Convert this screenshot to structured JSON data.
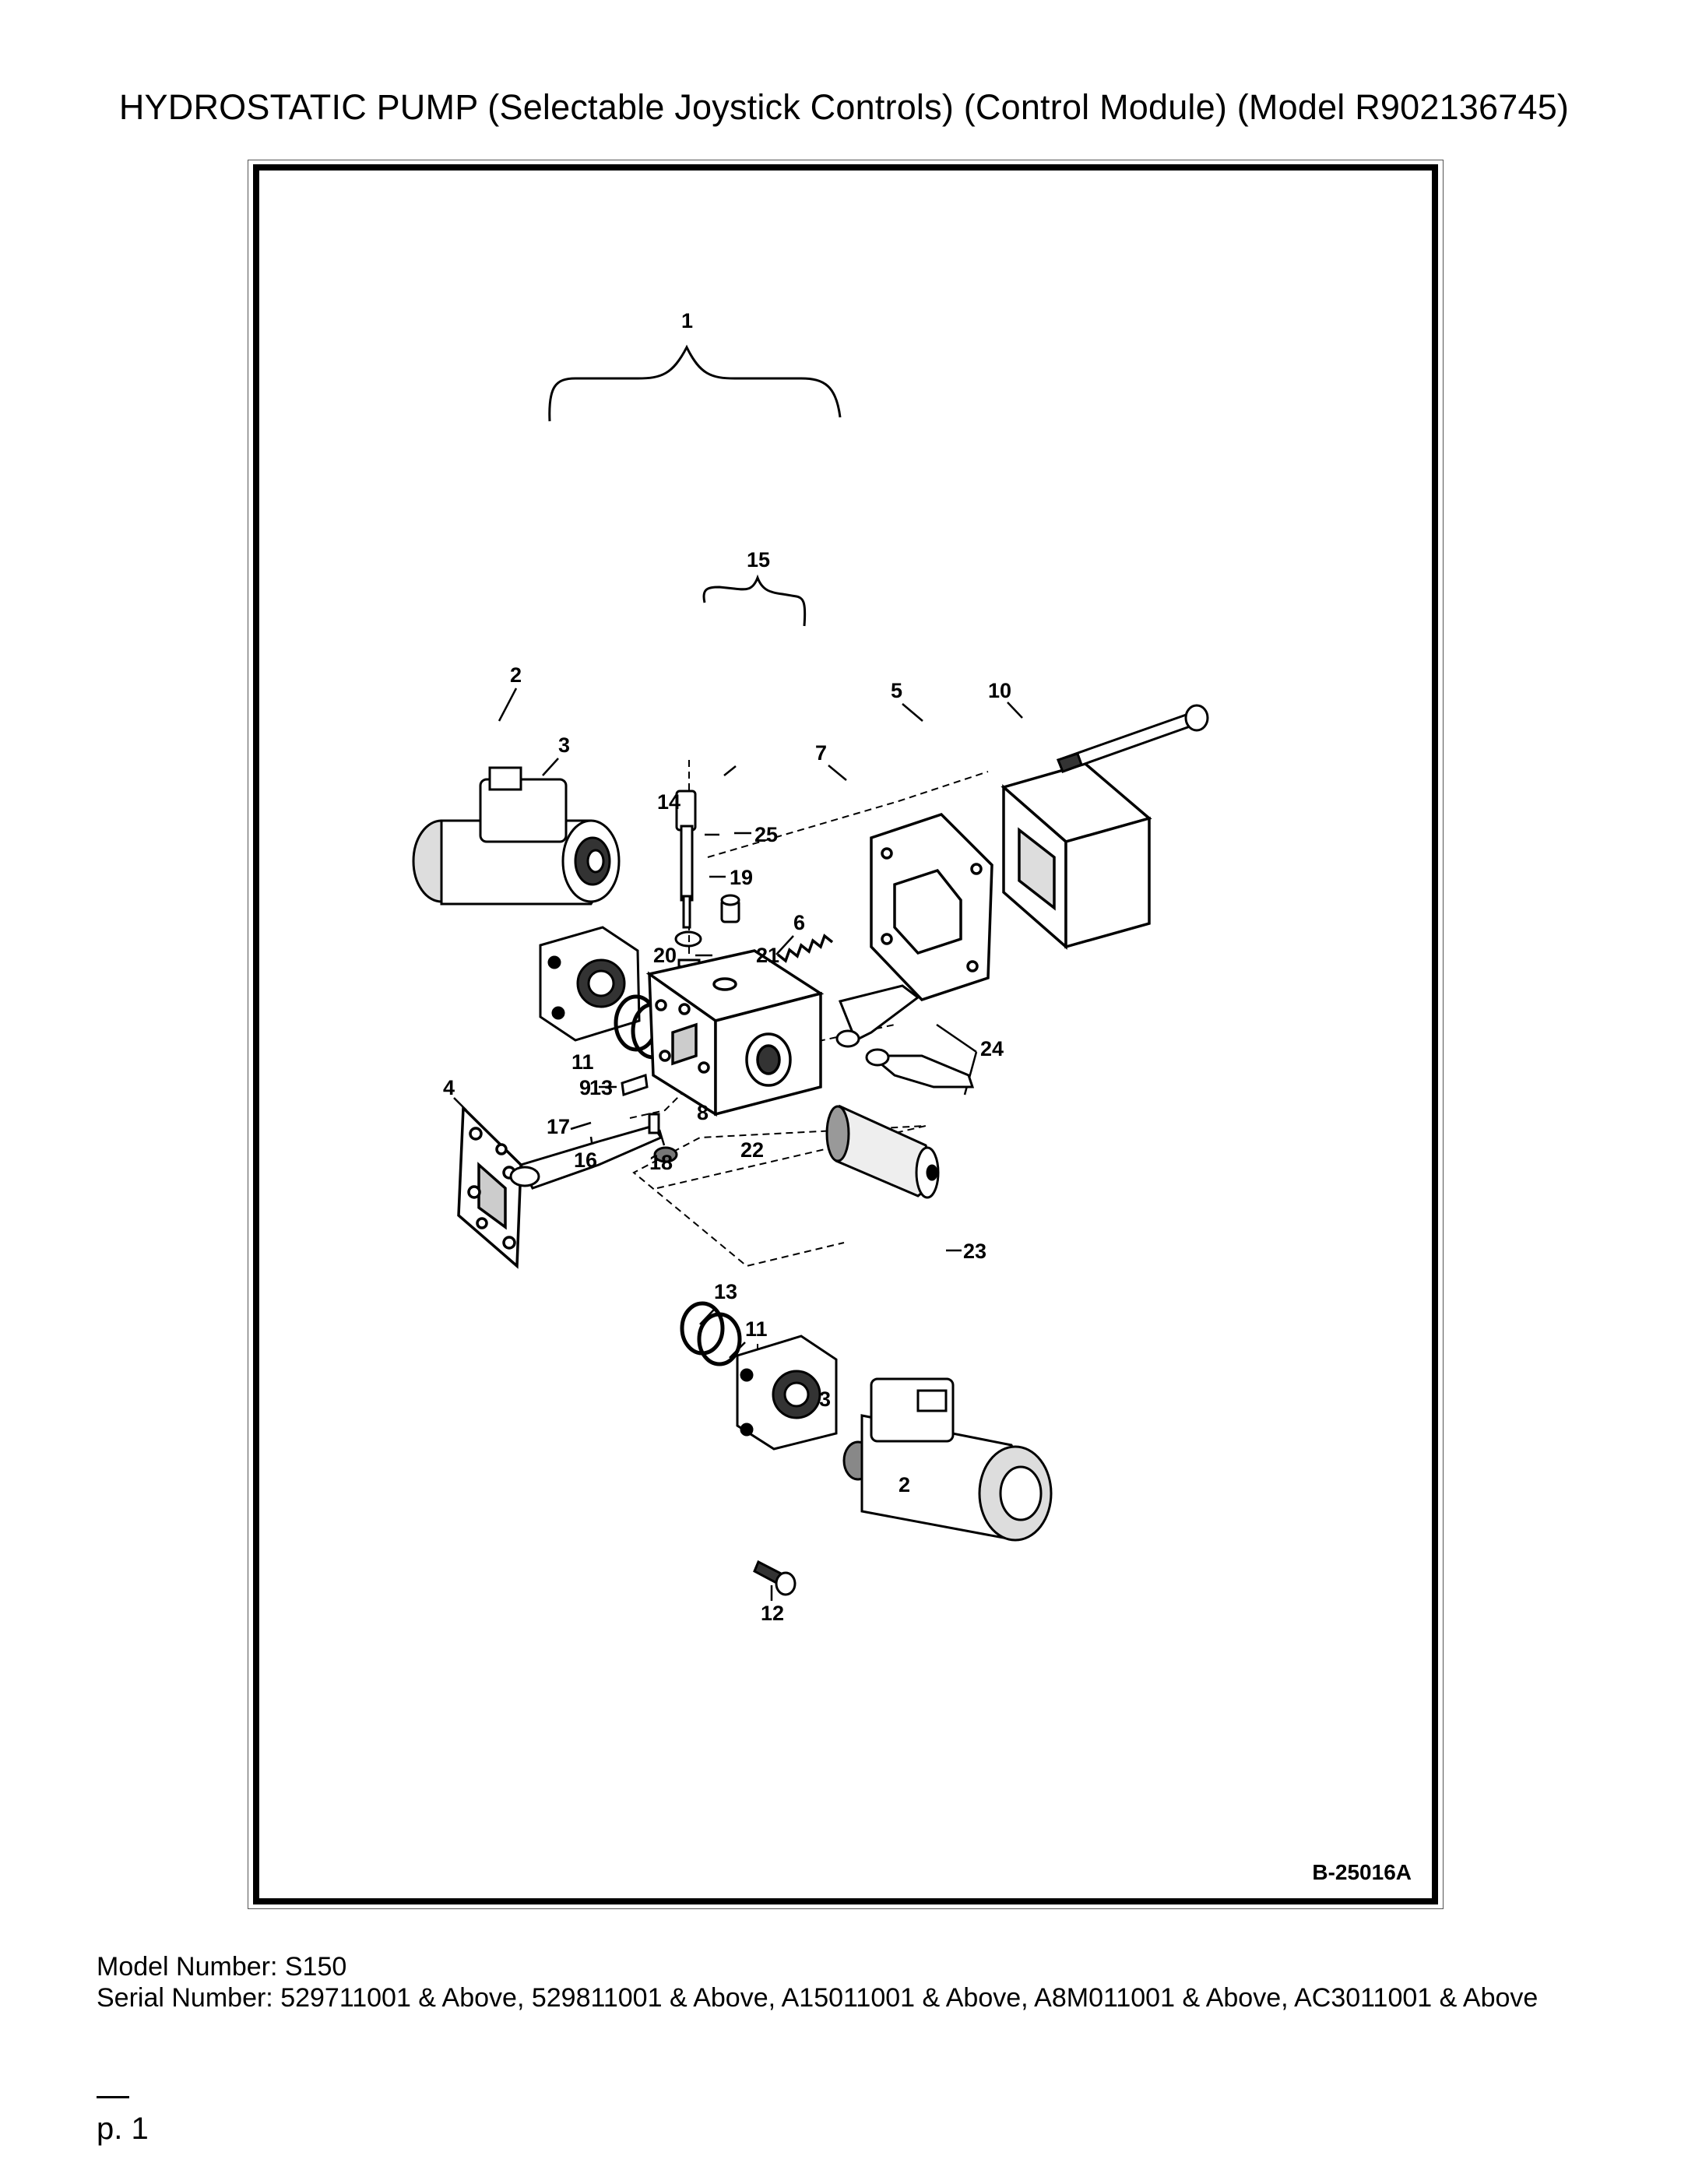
{
  "title": "HYDROSTATIC PUMP (Selectable Joystick Controls) (Control Module) (Model R902136745)",
  "figure_id": "B-25016A",
  "callouts": [
    "1",
    "2",
    "2",
    "3",
    "3",
    "4",
    "5",
    "6",
    "7",
    "8",
    "9",
    "10",
    "11",
    "11",
    "12",
    "13",
    "13",
    "14",
    "15",
    "16",
    "17",
    "18",
    "19",
    "20",
    "21",
    "22",
    "23",
    "24",
    "25"
  ],
  "footer": {
    "model_label": "Model Number: S150",
    "serial_label": "Serial Number: 529711001 & Above, 529811001 & Above, A15011001 & Above, A8M011001 & Above, AC3011001 & Above"
  },
  "page_number": "p. 1"
}
